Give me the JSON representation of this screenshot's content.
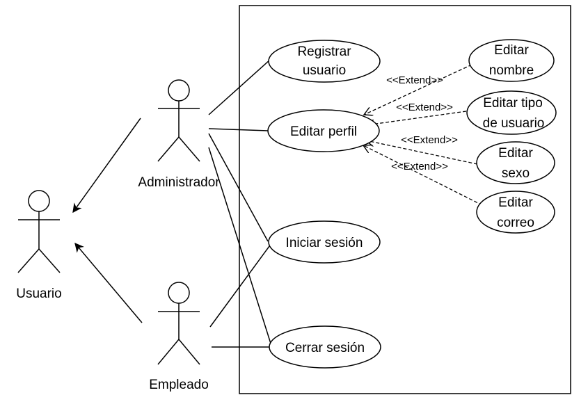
{
  "actors": {
    "usuario": "Usuario",
    "administrador": "Administrador",
    "empleado": "Empleado"
  },
  "use_cases": {
    "registrar_usuario": [
      "Registrar",
      "usuario"
    ],
    "editar_perfil": [
      "Editar perfil"
    ],
    "iniciar_sesion": [
      "Iniciar sesión"
    ],
    "cerrar_sesion": [
      "Cerrar sesión"
    ],
    "editar_nombre": [
      "Editar",
      "nombre"
    ],
    "editar_tipo_usuario": [
      "Editar tipo",
      "de usuario"
    ],
    "editar_sexo": [
      "Editar",
      "sexo"
    ],
    "editar_correo": [
      "Editar",
      "correo"
    ]
  },
  "extend_label": "<<Extend>>",
  "colors": {
    "stroke": "#000000",
    "background": "#ffffff"
  }
}
